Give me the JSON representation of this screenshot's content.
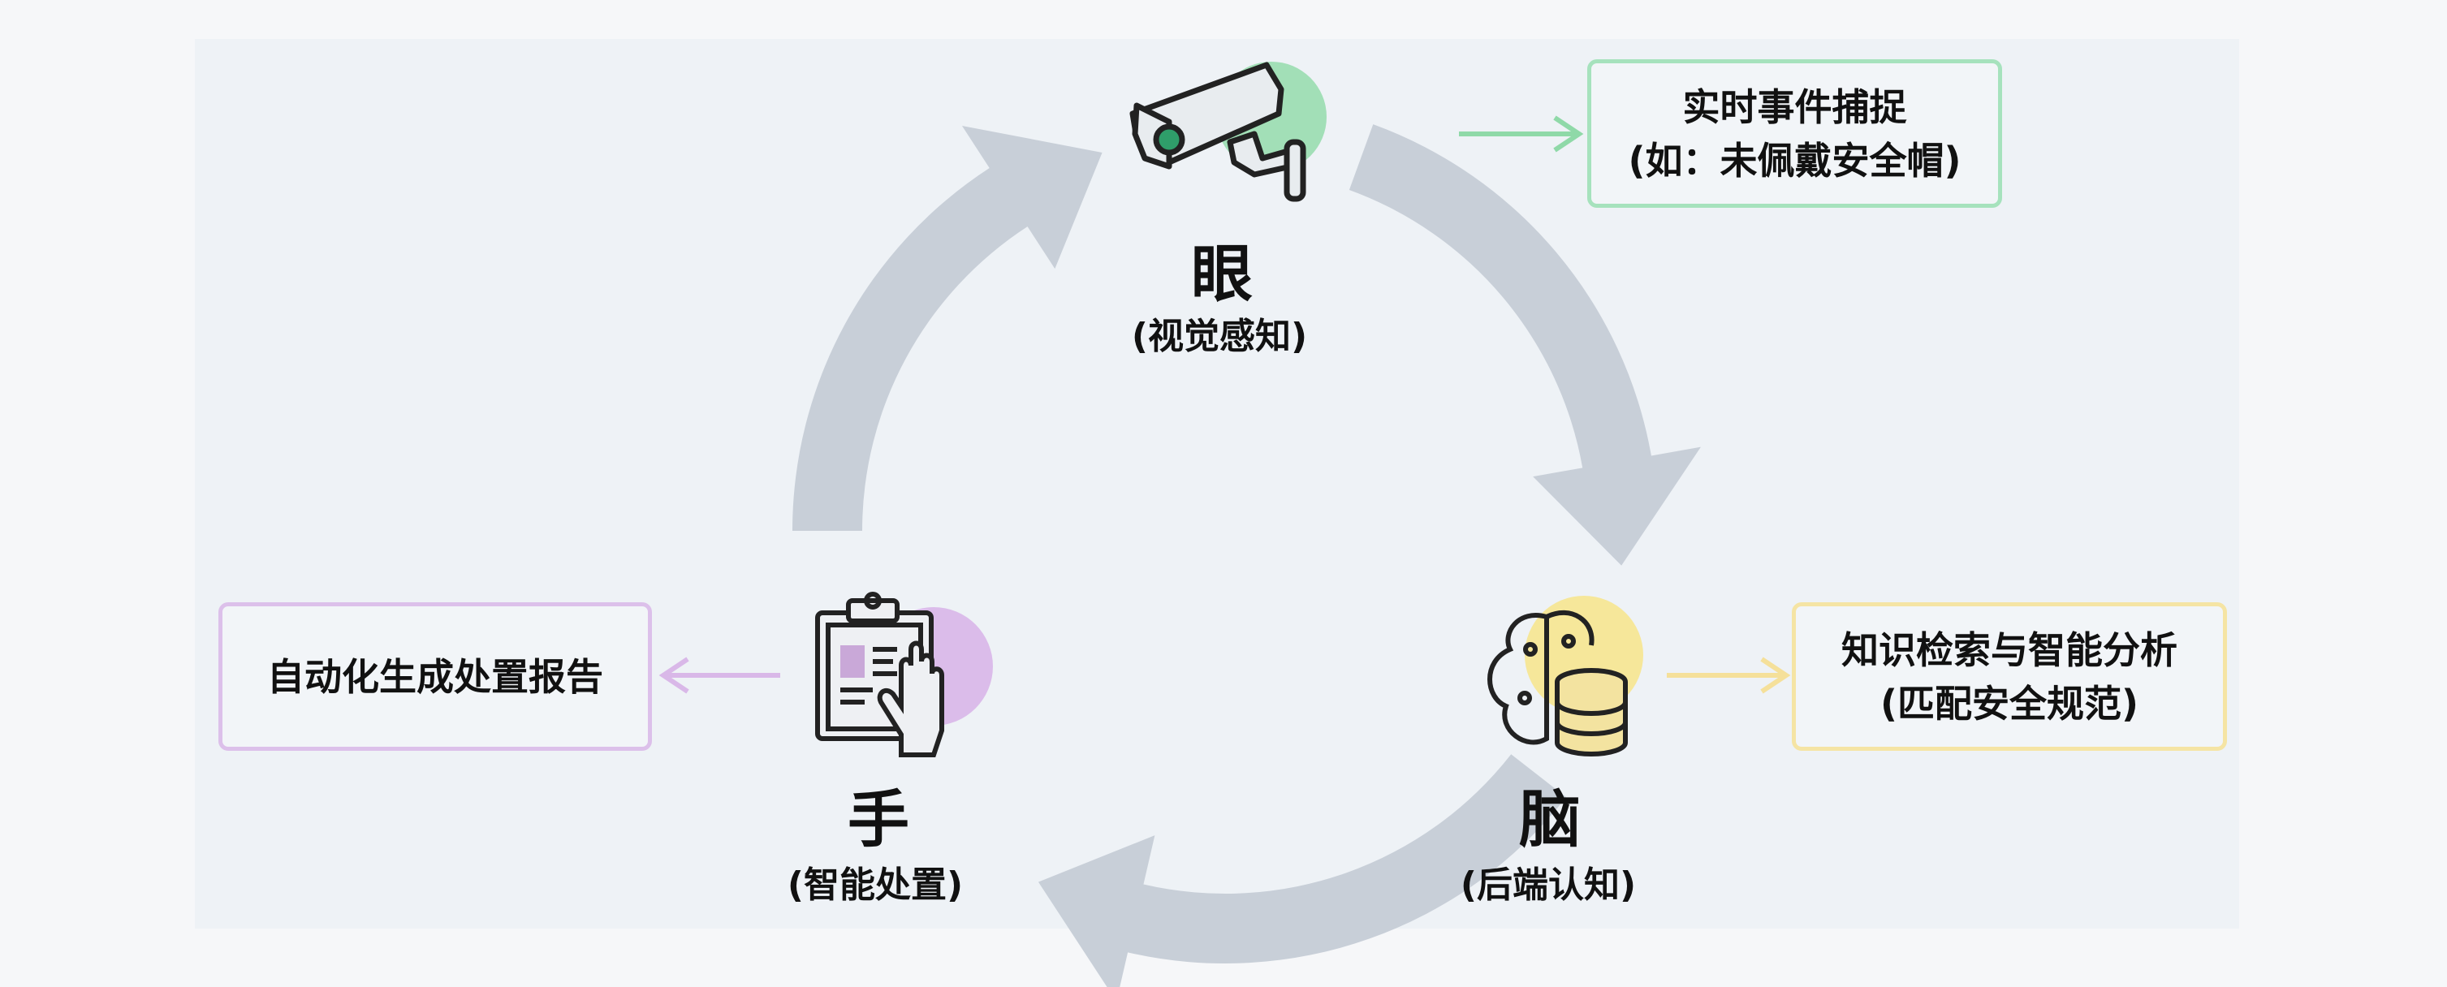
{
  "colors": {
    "cycle_arrow": "#c8cfd8",
    "eye": "#8fd9a8",
    "brain": "#f7e58a",
    "hand": "#d7b3e8",
    "eye_border": "#8fd9a8",
    "brain_border": "#f5e09a",
    "hand_border": "#d9b8e8"
  },
  "nodes": {
    "eye": {
      "title": "眼",
      "subtitle": "(视觉感知)",
      "icon": "security-camera-icon"
    },
    "brain": {
      "title": "脑",
      "subtitle": "(后端认知)",
      "icon": "brain-database-icon"
    },
    "hand": {
      "title": "手",
      "subtitle": "(智能处置)",
      "icon": "clipboard-hand-icon"
    }
  },
  "outputs": {
    "eye": {
      "line1": "实时事件捕捉",
      "line2": "(如：未佩戴安全帽)"
    },
    "brain": {
      "line1": "知识检索与智能分析",
      "line2": "(匹配安全规范)"
    },
    "hand": {
      "line1": "自动化生成处置报告"
    }
  }
}
